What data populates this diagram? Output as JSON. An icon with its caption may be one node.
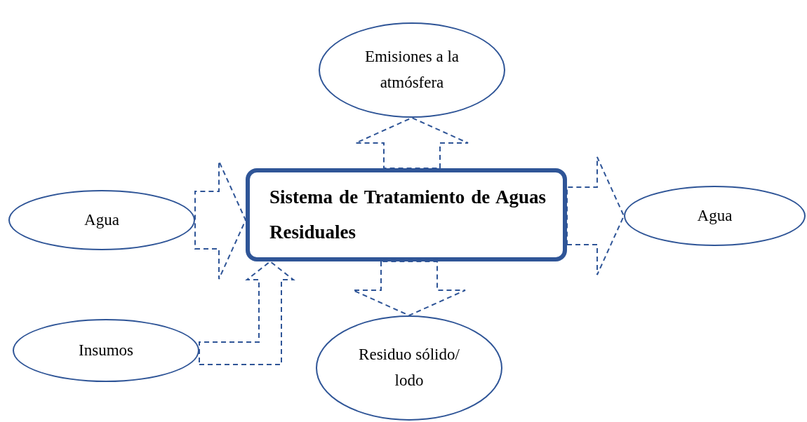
{
  "diagram": {
    "nodes": [
      {
        "text": [
          "Emisiones a la atmósfera"
        ]
      },
      {
        "text": [
          "Agua"
        ]
      },
      {
        "text": [
          "Sistema de Tratamiento de Aguas Residuales"
        ]
      },
      {
        "text": [
          "Agua"
        ]
      },
      {
        "text": [
          "Insumos"
        ]
      },
      {
        "text": [
          "Residuo sólido/ lodo"
        ]
      }
    ],
    "edges": [
      {
        "from": 1,
        "to": 2,
        "arrow": "to",
        "style": "dashed"
      },
      {
        "from": 2,
        "to": 0,
        "arrow": "to",
        "style": "dashed"
      },
      {
        "from": 2,
        "to": 3,
        "arrow": "to",
        "style": "dashed"
      },
      {
        "from": 2,
        "to": 5,
        "arrow": "to",
        "style": "dashed"
      },
      {
        "from": 4,
        "to": 2,
        "arrow": "to",
        "style": "dashed"
      }
    ]
  }
}
